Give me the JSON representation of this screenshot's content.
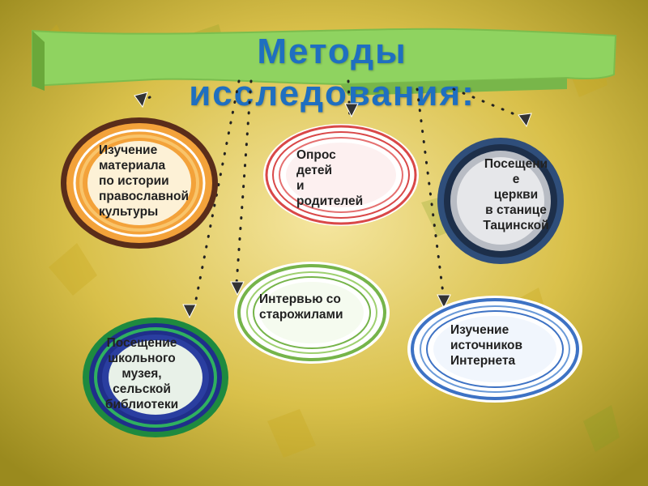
{
  "slide": {
    "title": "Методы исследования:",
    "colors": {
      "banner": "#8fd360",
      "title": "#1f6fc0"
    },
    "methods": [
      {
        "id": "culture-study",
        "text": "Изучение\nматериала\nпо истории\nправославной\nкультуры",
        "accent": "#f3a23a"
      },
      {
        "id": "survey",
        "text": "Опрос\nдетей\nи\nродителей",
        "accent": "#d94848"
      },
      {
        "id": "church-visit",
        "text": "Посещени\nе\nцеркви\nв станице\nТацинской",
        "accent": "#2f4e7a"
      },
      {
        "id": "interview",
        "text": "Интервью со\nстарожилами",
        "accent": "#76b44a"
      },
      {
        "id": "museum-visit",
        "text": "Посещение\nшкольного\nмузея,\nсельской\nбиблиотеки",
        "accent": "#1e8a3f"
      },
      {
        "id": "internet-sources",
        "text": "Изучение\nисточников\nИнтернета",
        "accent": "#3d72c4"
      }
    ]
  }
}
